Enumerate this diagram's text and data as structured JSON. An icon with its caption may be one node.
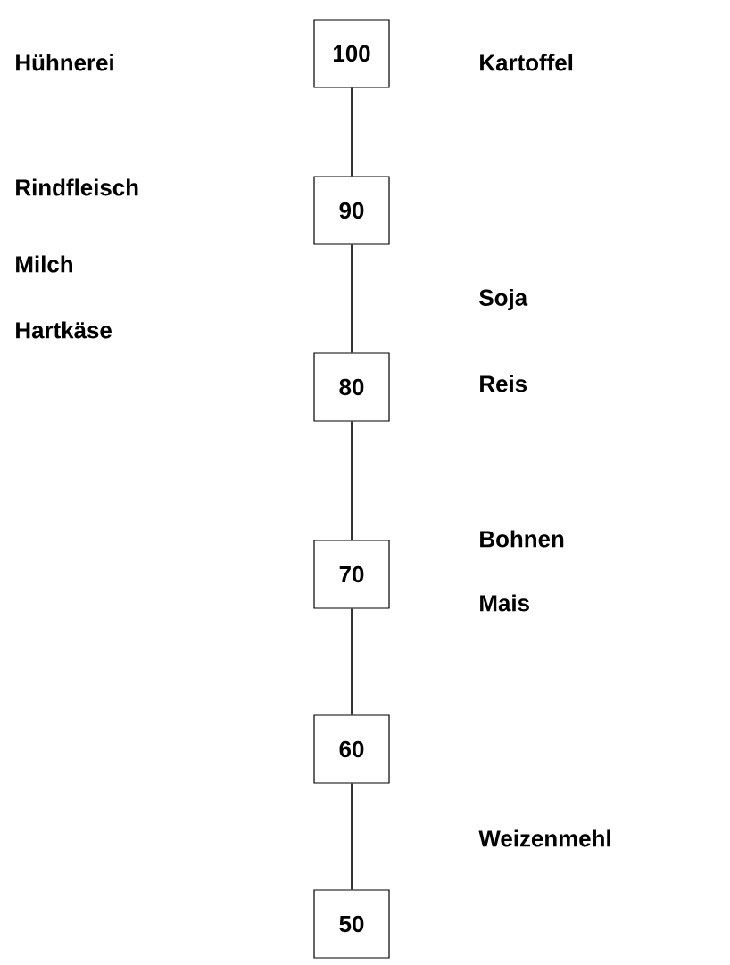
{
  "diagram": {
    "nodes": [
      {
        "text": [
          "100"
        ]
      },
      {
        "text": [
          "90"
        ]
      },
      {
        "text": [
          "80"
        ]
      },
      {
        "text": [
          "70"
        ]
      },
      {
        "text": [
          "60"
        ]
      },
      {
        "text": [
          "50"
        ]
      }
    ],
    "edges": [
      {
        "from": 0,
        "to": 1,
        "arrow": "none"
      },
      {
        "from": 1,
        "to": 2,
        "arrow": "none"
      },
      {
        "from": 2,
        "to": 3,
        "arrow": "none"
      },
      {
        "from": 3,
        "to": 4,
        "arrow": "none"
      },
      {
        "from": 4,
        "to": 5,
        "arrow": "none"
      }
    ],
    "labels": [
      "Hühnerei",
      "Kartoffel",
      "Rindfleisch",
      "Milch",
      "Soja",
      "Hartkäse",
      "Reis",
      "Bohnen",
      "Mais",
      "Weizenmehl"
    ]
  }
}
